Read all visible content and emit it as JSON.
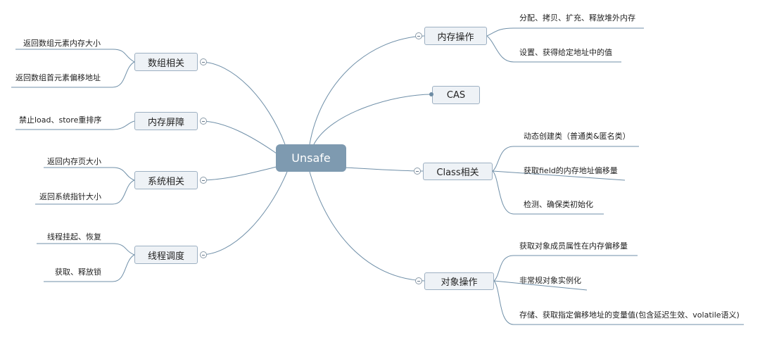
{
  "root": {
    "label": "Unsafe"
  },
  "branches": {
    "memory_ops": {
      "label": "内存操作",
      "items": [
        "分配、拷贝、扩充、释放堆外内存",
        "设置、获得给定地址中的值"
      ]
    },
    "cas": {
      "label": "CAS"
    },
    "class_related": {
      "label": "Class相关",
      "items": [
        "动态创建类（普通类&匿名类）",
        "获取field的内存地址偏移量",
        "检测、确保类初始化"
      ]
    },
    "object_ops": {
      "label": "对象操作",
      "items": [
        "获取对象成员属性在内存偏移量",
        "非常规对象实例化",
        "存储、获取指定偏移地址的变量值(包含延迟生效、volatile语义)"
      ]
    },
    "array_related": {
      "label": "数组相关",
      "items": [
        "返回数组元素内存大小",
        "返回数组首元素偏移地址"
      ]
    },
    "memory_barrier": {
      "label": "内存屏障",
      "items": [
        "禁止load、store重排序"
      ]
    },
    "system_related": {
      "label": "系统相关",
      "items": [
        "返回内存页大小",
        "返回系统指针大小"
      ]
    },
    "thread_scheduling": {
      "label": "线程调度",
      "items": [
        "线程挂起、恢复",
        "获取、释放锁"
      ]
    }
  },
  "colors": {
    "line": "#6f8fa8",
    "root_fill": "#7e9ab0",
    "node_fill": "#eef2f6",
    "node_border": "#9db0c2"
  }
}
